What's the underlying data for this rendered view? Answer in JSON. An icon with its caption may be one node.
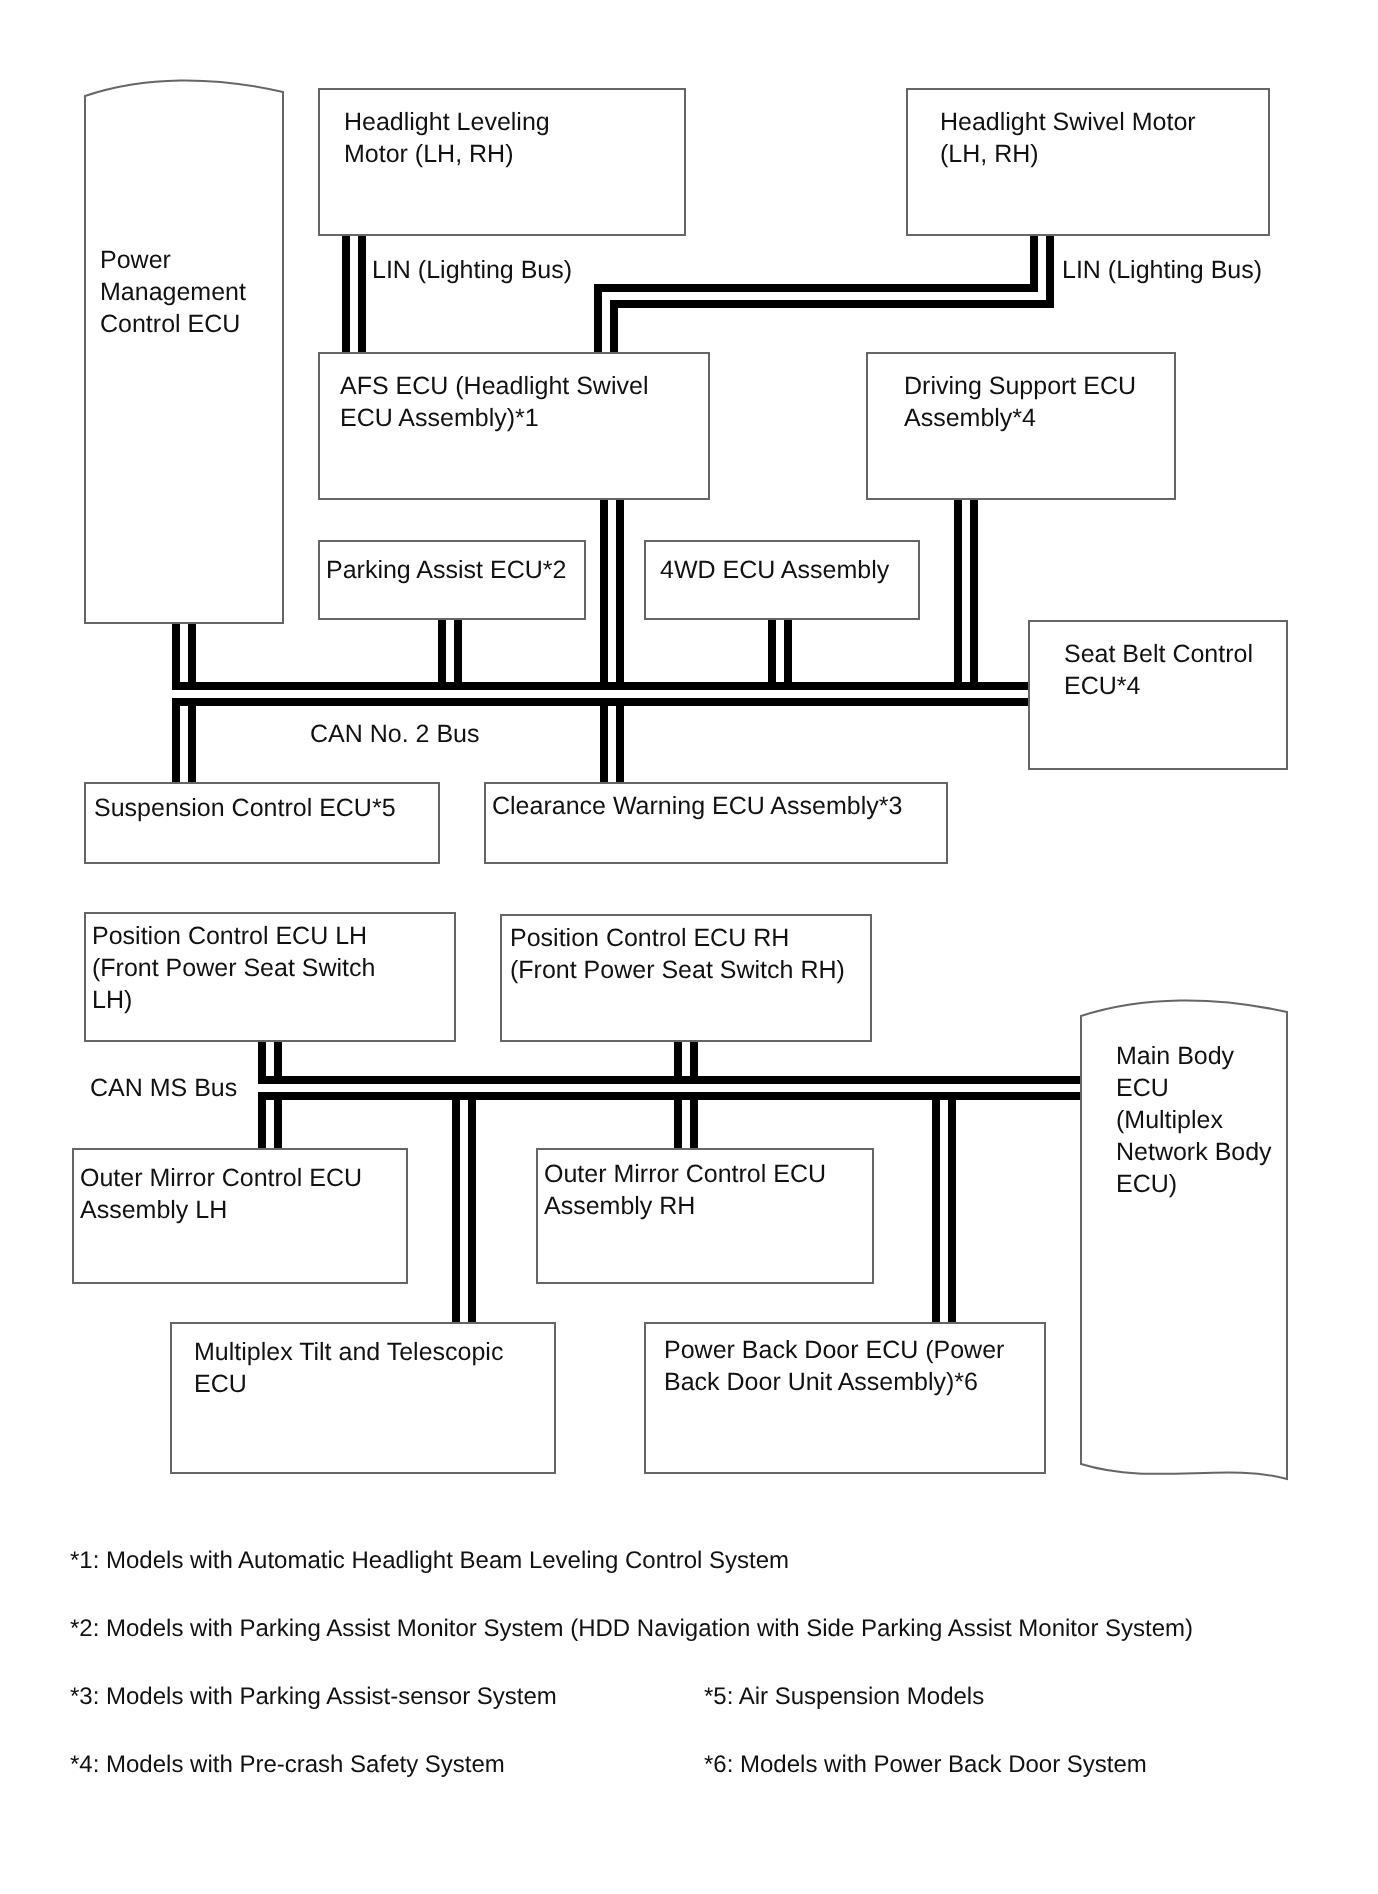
{
  "diagram": {
    "nodes": [
      {
        "text": [
          "Power Management Control ECU"
        ]
      },
      {
        "text": [
          "Headlight Leveling Motor (LH, RH)"
        ]
      },
      {
        "text": [
          "Headlight Swivel Motor (LH, RH)"
        ]
      },
      {
        "text": [
          "AFS ECU (Headlight Swivel ECU Assembly)*1"
        ]
      },
      {
        "text": [
          "Driving Support ECU Assembly*4"
        ]
      },
      {
        "text": [
          "Parking Assist ECU*2"
        ]
      },
      {
        "text": [
          "4WD ECU Assembly"
        ]
      },
      {
        "text": [
          "Seat Belt Control ECU*4"
        ]
      },
      {
        "text": [
          "Suspension Control ECU*5"
        ]
      },
      {
        "text": [
          "Clearance Warning ECU Assembly*3"
        ]
      },
      {
        "text": [
          "Position Control ECU LH (Front Power Seat Switch LH)"
        ]
      },
      {
        "text": [
          "Position Control ECU RH (Front Power Seat Switch RH)"
        ]
      },
      {
        "text": [
          "Main Body ECU (Multiplex Network Body ECU)"
        ]
      },
      {
        "text": [
          "Outer Mirror Control ECU Assembly LH"
        ]
      },
      {
        "text": [
          "Outer Mirror Control ECU Assembly RH"
        ]
      },
      {
        "text": [
          "Multiplex Tilt and Telescopic ECU"
        ]
      },
      {
        "text": [
          "Power Back Door ECU (Power Back Door Unit Assembly)*6"
        ]
      },
      {
        "text": [],
        "shape": "bar"
      },
      {
        "text": [],
        "shape": "bar"
      }
    ],
    "edges": [
      {
        "from": 1,
        "to": 3,
        "arrow": "none"
      },
      {
        "from": 2,
        "to": 3,
        "arrow": "none"
      },
      {
        "from": 0,
        "to": 17,
        "arrow": "none"
      },
      {
        "from": 8,
        "to": 17,
        "arrow": "none"
      },
      {
        "from": 5,
        "to": 17,
        "arrow": "none"
      },
      {
        "from": 3,
        "to": 17,
        "arrow": "none"
      },
      {
        "from": 9,
        "to": 17,
        "arrow": "none"
      },
      {
        "from": 6,
        "to": 17,
        "arrow": "none"
      },
      {
        "from": 4,
        "to": 17,
        "arrow": "none"
      },
      {
        "from": 7,
        "to": 17,
        "arrow": "none"
      },
      {
        "from": 10,
        "to": 18,
        "arrow": "none"
      },
      {
        "from": 13,
        "to": 18,
        "arrow": "none"
      },
      {
        "from": 15,
        "to": 18,
        "arrow": "none"
      },
      {
        "from": 11,
        "to": 18,
        "arrow": "none"
      },
      {
        "from": 14,
        "to": 18,
        "arrow": "none"
      },
      {
        "from": 16,
        "to": 18,
        "arrow": "none"
      },
      {
        "from": 12,
        "to": 18,
        "arrow": "none"
      }
    ],
    "labels": [
      "LIN (Lighting Bus)",
      "LIN (Lighting Bus)",
      "CAN No. 2 Bus",
      "CAN MS Bus",
      "*1: Models with Automatic Headlight Beam Leveling Control System",
      "*2: Models with Parking Assist Monitor System (HDD Navigation with Side Parking Assist Monitor System)",
      "*3: Models with Parking Assist-sensor System",
      "*5: Air Suspension Models",
      "*4: Models with Pre-crash Safety System",
      "*6: Models with Power Back Door System"
    ]
  }
}
